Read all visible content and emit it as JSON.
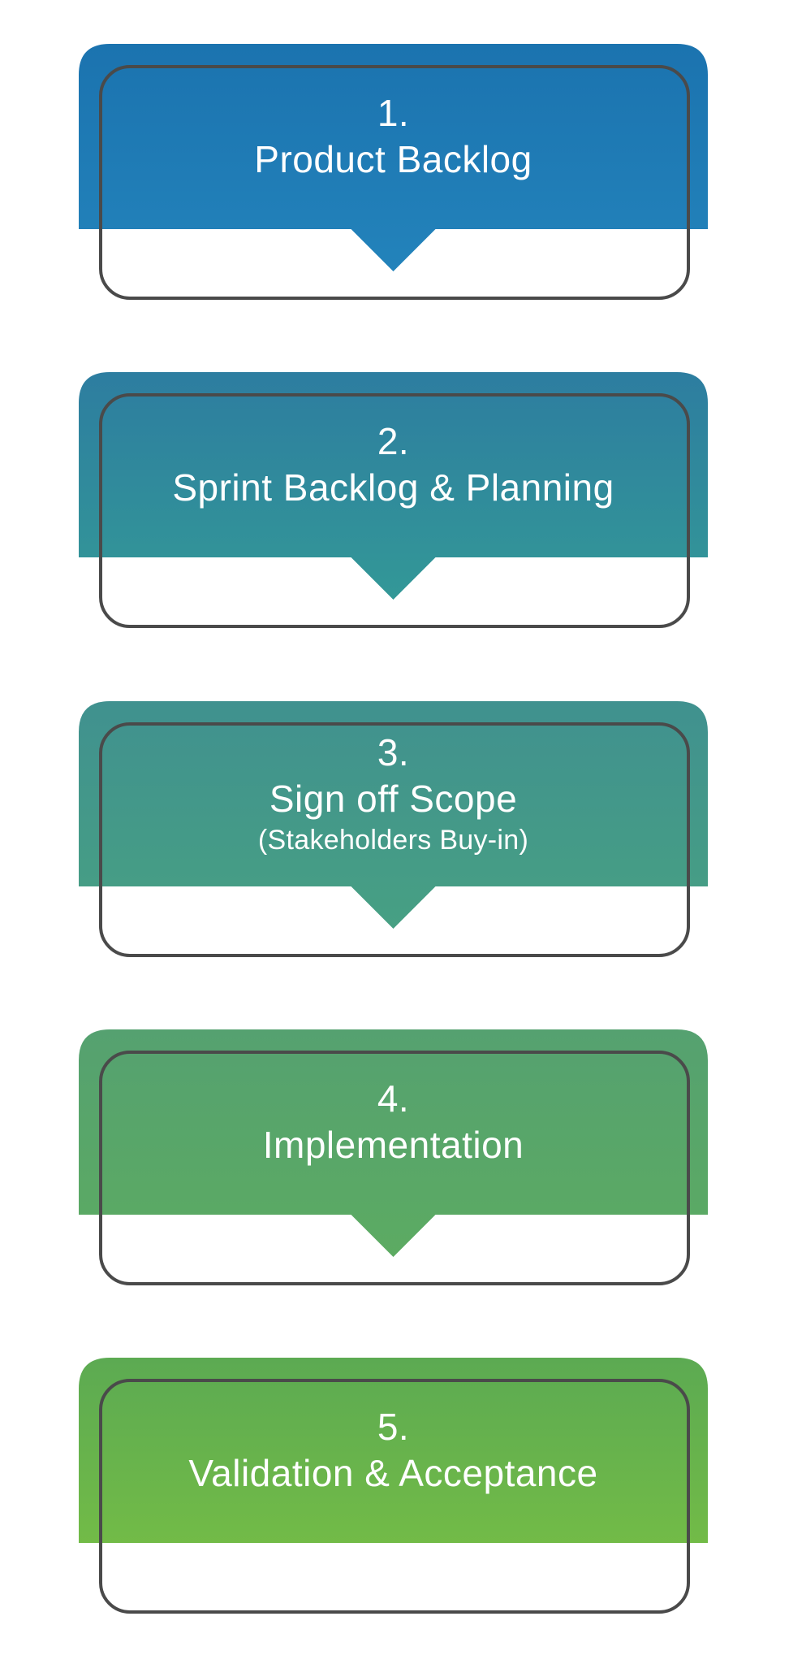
{
  "colors": {
    "background": "#ffffff",
    "outline": "#4a4a4a",
    "text": "#ffffff"
  },
  "steps": [
    {
      "number": "1.",
      "title": "Product Backlog",
      "subtitle": "",
      "color_top": "#1b73af",
      "color_bottom": "#2383bb",
      "has_arrow": true
    },
    {
      "number": "2.",
      "title": "Sprint Backlog & Planning",
      "subtitle": "",
      "color_top": "#2d7da0",
      "color_bottom": "#339897",
      "has_arrow": true
    },
    {
      "number": "3.",
      "title": "Sign off Scope",
      "subtitle": "(Stakeholders Buy-in)",
      "color_top": "#40918f",
      "color_bottom": "#47a083",
      "has_arrow": true
    },
    {
      "number": "4.",
      "title": "Implementation",
      "subtitle": "",
      "color_top": "#55a170",
      "color_bottom": "#5cab62",
      "has_arrow": true
    },
    {
      "number": "5.",
      "title": "Validation & Acceptance",
      "subtitle": "",
      "color_top": "#5caa52",
      "color_bottom": "#72bb47",
      "has_arrow": false
    }
  ]
}
